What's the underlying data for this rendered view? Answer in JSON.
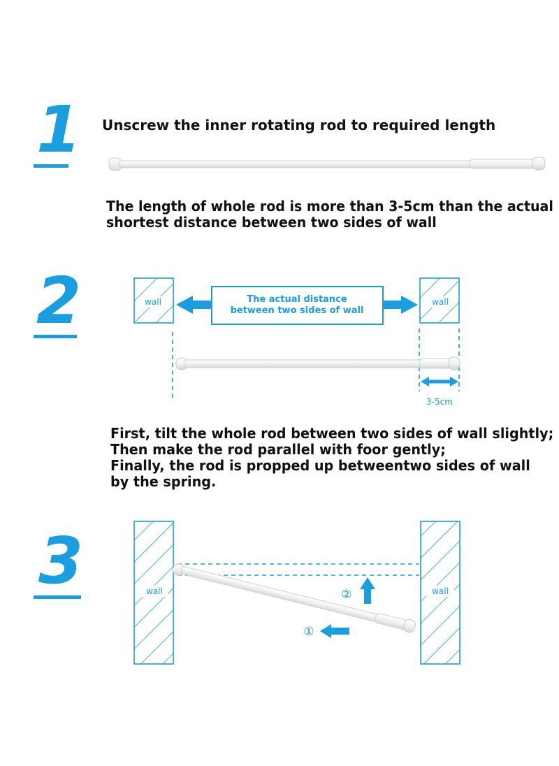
{
  "steps": [
    {
      "number": "1",
      "title": "Unscrew the inner rotating rod to required length",
      "note_lines": [
        "The length of whole rod is more than 3-5cm than the actual",
        "shortest distance between two sides of wall"
      ]
    },
    {
      "number": "2",
      "wall_left_label": "wall",
      "wall_right_label": "wall",
      "distance_lines": [
        "The actual distance",
        "between two sides of wall"
      ],
      "gap_label": "3-5cm",
      "instruction_lines": [
        "First, tilt the whole rod between two sides of wall slightly;",
        "Then make the rod parallel with foor gently;",
        "Finally, the rod is propped up betweentwo sides of wall",
        "by the spring."
      ]
    },
    {
      "number": "3",
      "wall_left_label": "wall",
      "wall_right_label": "wall",
      "marker_one": "①",
      "marker_two": "②"
    }
  ],
  "colors": {
    "accent": "#1a9ee0",
    "text": "#111111",
    "rod": "#f4f4f4",
    "rod_edge": "#c9c9c9"
  }
}
